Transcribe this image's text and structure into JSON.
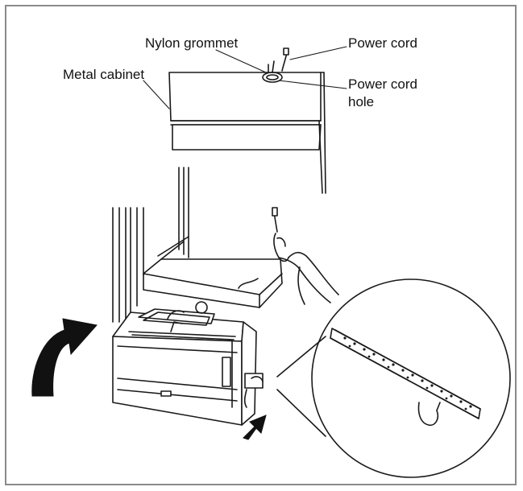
{
  "labels": {
    "nylon_grommet": "Nylon grommet",
    "power_cord": "Power cord",
    "metal_cabinet": "Metal cabinet",
    "power_cord_hole_line1": "Power cord",
    "power_cord_hole_line2": "hole"
  },
  "colors": {
    "line": "#1a1a1a",
    "arrow_fill": "#111111",
    "frame": "#8a8a8a"
  }
}
